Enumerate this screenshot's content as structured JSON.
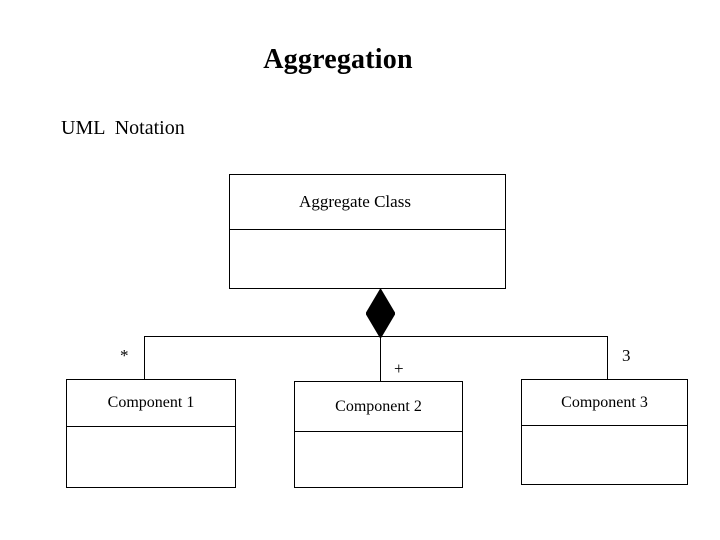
{
  "slide": {
    "title": "Aggregation",
    "subtitle": "UML  Notation",
    "background_color": "#ffffff",
    "line_color": "#000000",
    "text_color": "#000000"
  },
  "diagram": {
    "type": "uml-class-diagram",
    "relationship": "aggregation",
    "diamond": {
      "name": "filled-aggregation-diamond",
      "fill": "#000000",
      "stroke": "#000000"
    },
    "aggregate": {
      "name": "Aggregate Class",
      "compartments": [
        "Aggregate Class",
        ""
      ]
    },
    "components": [
      {
        "name": "Component 1",
        "multiplicity": "*",
        "compartments": [
          "Component 1",
          ""
        ]
      },
      {
        "name": "Component 2",
        "multiplicity": "+",
        "compartments": [
          "Component 2",
          ""
        ]
      },
      {
        "name": "Component 3",
        "multiplicity": "3",
        "compartments": [
          "Component 3",
          ""
        ]
      }
    ]
  }
}
